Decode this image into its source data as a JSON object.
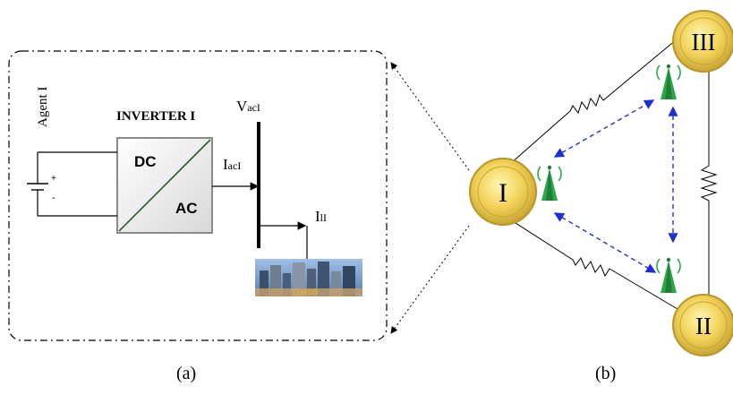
{
  "panel_a": {
    "agent_label": "Agent I",
    "inverter_title": "INVERTER I",
    "dc_label": "DC",
    "ac_label": "AC",
    "battery_plus": "+",
    "battery_minus": "-",
    "voltage_label": "V",
    "voltage_sub": "acI",
    "current_label": "I",
    "current_sub": "acI",
    "load_current_label": "I",
    "load_current_sub": "lI",
    "loads_label": "LOADS",
    "caption": "(a)"
  },
  "panel_b": {
    "node_1": "I",
    "node_2": "II",
    "node_3": "III",
    "caption": "(b)"
  },
  "colors": {
    "node_fill": "#f2d35a",
    "node_stroke": "#b8962a",
    "antenna": "#2aa84a",
    "comm_arrow": "#1f2fd6",
    "line": "#000000"
  }
}
